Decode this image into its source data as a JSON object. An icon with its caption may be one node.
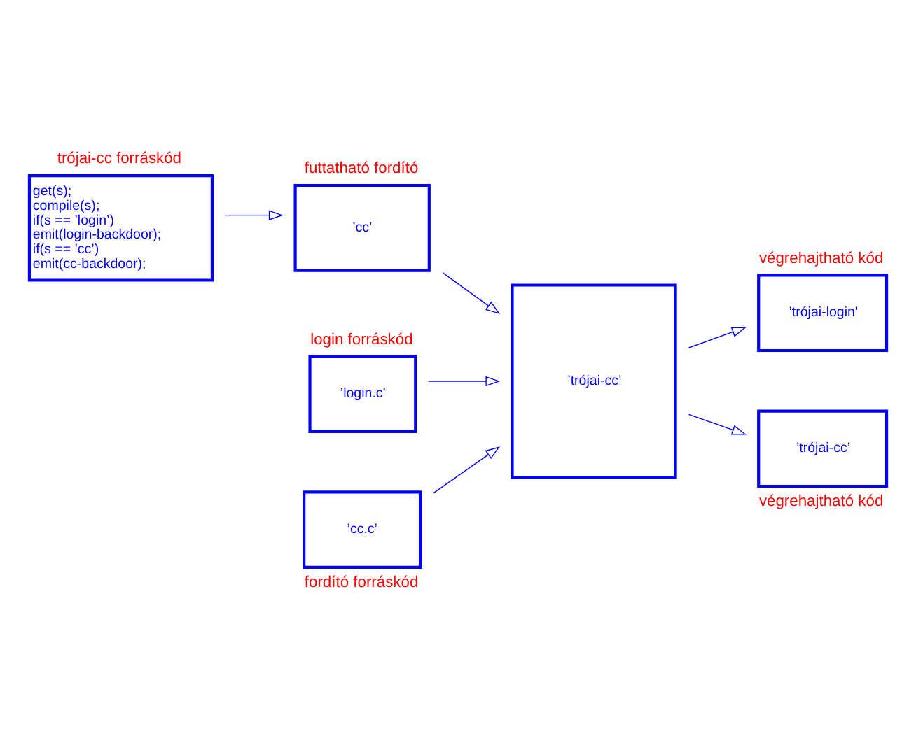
{
  "diagram": {
    "nodes": [
      {
        "text": [
          "trójai-cc forráskód",
          "get(s);",
          "compile(s);",
          "if(s == ’login’)",
          "emit(login-backdoor);",
          "if(s == ’cc’)",
          "emit(cc-backdoor);"
        ]
      },
      {
        "text": [
          "futtatható fordító",
          "’cc’"
        ]
      },
      {
        "text": [
          "login forráskód",
          "’login.c’"
        ]
      },
      {
        "text": [
          "’trójai-cc’"
        ]
      },
      {
        "text": [
          "végrehajtható kód",
          "’trójai-login’"
        ]
      },
      {
        "text": [
          "’cc.c’"
        ],
        "beside": [
          "fordító forráskód"
        ]
      },
      {
        "text": [
          "’trójai-cc’"
        ],
        "beside": [
          "végrehajtható kód"
        ]
      }
    ],
    "edges": [
      {
        "from": 0,
        "to": 1,
        "arrow": "to"
      },
      {
        "from": 1,
        "to": 3,
        "arrow": "to"
      },
      {
        "from": 2,
        "to": 3,
        "arrow": "to"
      },
      {
        "from": 5,
        "to": 3,
        "arrow": "to"
      },
      {
        "from": 3,
        "to": 4,
        "arrow": "to"
      },
      {
        "from": 3,
        "to": 6,
        "arrow": "to"
      }
    ]
  }
}
